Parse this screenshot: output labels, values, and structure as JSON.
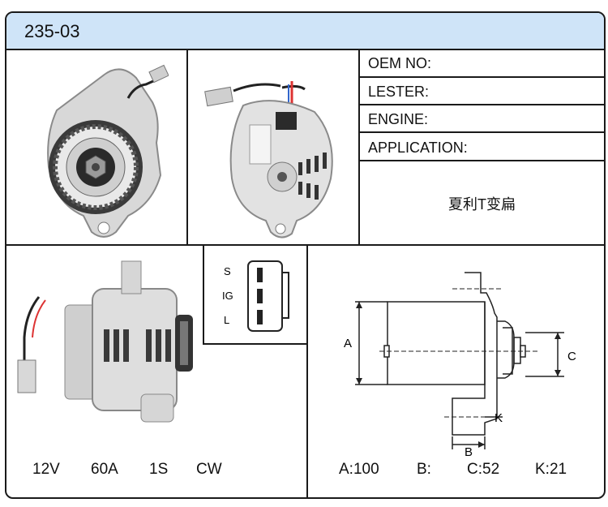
{
  "header": {
    "part_code": "235-03"
  },
  "spec_table": {
    "oem_label": "OEM NO:",
    "lester_label": "LESTER:",
    "engine_label": "ENGINE:",
    "application_label": "APPLICATION:",
    "application_note": "夏利T变扁"
  },
  "connector": {
    "pin_s": "S",
    "pin_ig": "IG",
    "pin_l": "L"
  },
  "specs": {
    "voltage": "12V",
    "amperage": "60A",
    "groove": "1S",
    "rotation": "CW"
  },
  "dimensions": {
    "a_label": "A",
    "c_label": "C",
    "k_label": "K",
    "b_label": "B",
    "a_value": "A:100",
    "b_value": "B:",
    "c_value": "C:52",
    "k_value": "K:21"
  }
}
